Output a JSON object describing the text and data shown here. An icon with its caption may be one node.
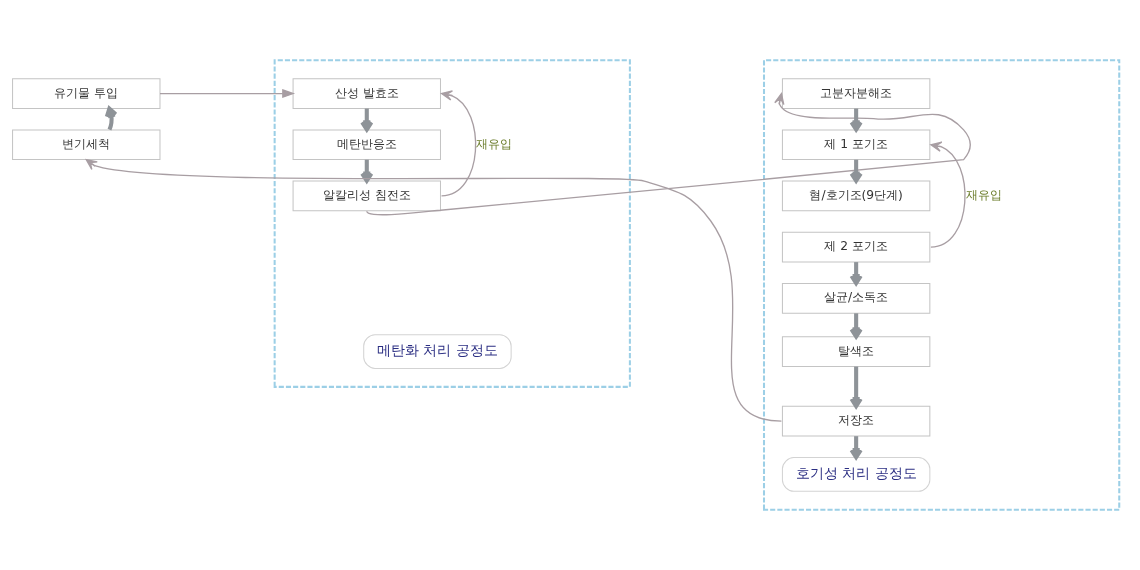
{
  "diagram": {
    "nodes": [
      {
        "text": [
          "유기물 투입"
        ]
      },
      {
        "text": [
          "변기세척"
        ]
      },
      {
        "text": [],
        "shape": "box"
      },
      {
        "text": [
          "산성 발효조"
        ],
        "in": 2
      },
      {
        "text": [
          "메탄반응조"
        ],
        "in": 2
      },
      {
        "text": [
          "알칼리성 침전조"
        ],
        "in": 2
      },
      {
        "text": [
          "메탄화 처리 공정도"
        ],
        "in": 2
      },
      {
        "text": [],
        "shape": "box"
      },
      {
        "text": [
          "고분자분해조"
        ],
        "in": 7
      },
      {
        "text": [
          "제 1 포기조"
        ],
        "in": 7
      },
      {
        "text": [
          "혐/호기조(9단계)"
        ],
        "in": 7
      },
      {
        "text": [
          "제 2 포기조"
        ],
        "in": 7
      },
      {
        "text": [
          "살균/소독조"
        ],
        "in": 7
      },
      {
        "text": [
          "탈색조"
        ],
        "in": 7
      },
      {
        "text": [
          "저장조"
        ],
        "in": 7
      },
      {
        "text": [
          "호기성 처리 공정도"
        ],
        "in": 7
      }
    ],
    "edges": [
      {
        "from": 0,
        "to": 3,
        "arrow": "to",
        "color": "#a89ea3"
      },
      {
        "from": 1,
        "to": 0,
        "arrow": "to"
      },
      {
        "from": 3,
        "to": 4,
        "arrow": "to"
      },
      {
        "from": 4,
        "to": 5,
        "arrow": "to"
      },
      {
        "from": 5,
        "to": 3,
        "arrow": "to",
        "label": "재유입",
        "color": "#a89ea3"
      },
      {
        "from": 5,
        "to": 8,
        "arrow": "to",
        "color": "#a89ea3"
      },
      {
        "from": 8,
        "to": 9,
        "arrow": "to"
      },
      {
        "from": 9,
        "to": 10,
        "arrow": "to"
      },
      {
        "from": 11,
        "to": 9,
        "arrow": "to",
        "label": "재유입",
        "color": "#a89ea3"
      },
      {
        "from": 11,
        "to": 12,
        "arrow": "to"
      },
      {
        "from": 12,
        "to": 13,
        "arrow": "to"
      },
      {
        "from": 13,
        "to": 14,
        "arrow": "to"
      },
      {
        "from": 14,
        "to": 15,
        "arrow": "to"
      },
      {
        "from": 14,
        "to": 1,
        "arrow": "to",
        "color": "#a89ea3"
      }
    ]
  }
}
